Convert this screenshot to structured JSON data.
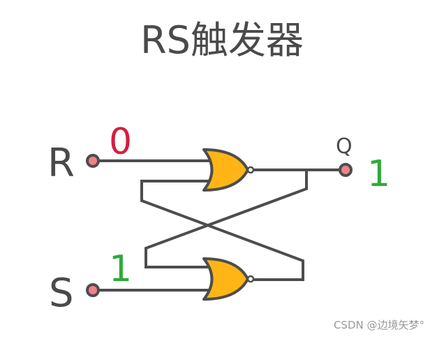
{
  "title": "RS触发器",
  "inputs": {
    "r": {
      "label": "R",
      "value": "0",
      "value_color": "#d21f3c"
    },
    "s": {
      "label": "S",
      "value": "1",
      "value_color": "#2eaa3a"
    }
  },
  "output": {
    "label": "Q",
    "value": "1",
    "value_color": "#2eaa3a"
  },
  "gates": [
    {
      "type": "NOR",
      "role": "top-gate"
    },
    {
      "type": "NOR",
      "role": "bottom-gate"
    }
  ],
  "colors": {
    "gate_fill": "#ffb515",
    "wire": "#4d4d4d",
    "terminal_fill": "#f0808c",
    "text": "#4a4a4a"
  },
  "watermark": "CSDN @边境矢梦°"
}
